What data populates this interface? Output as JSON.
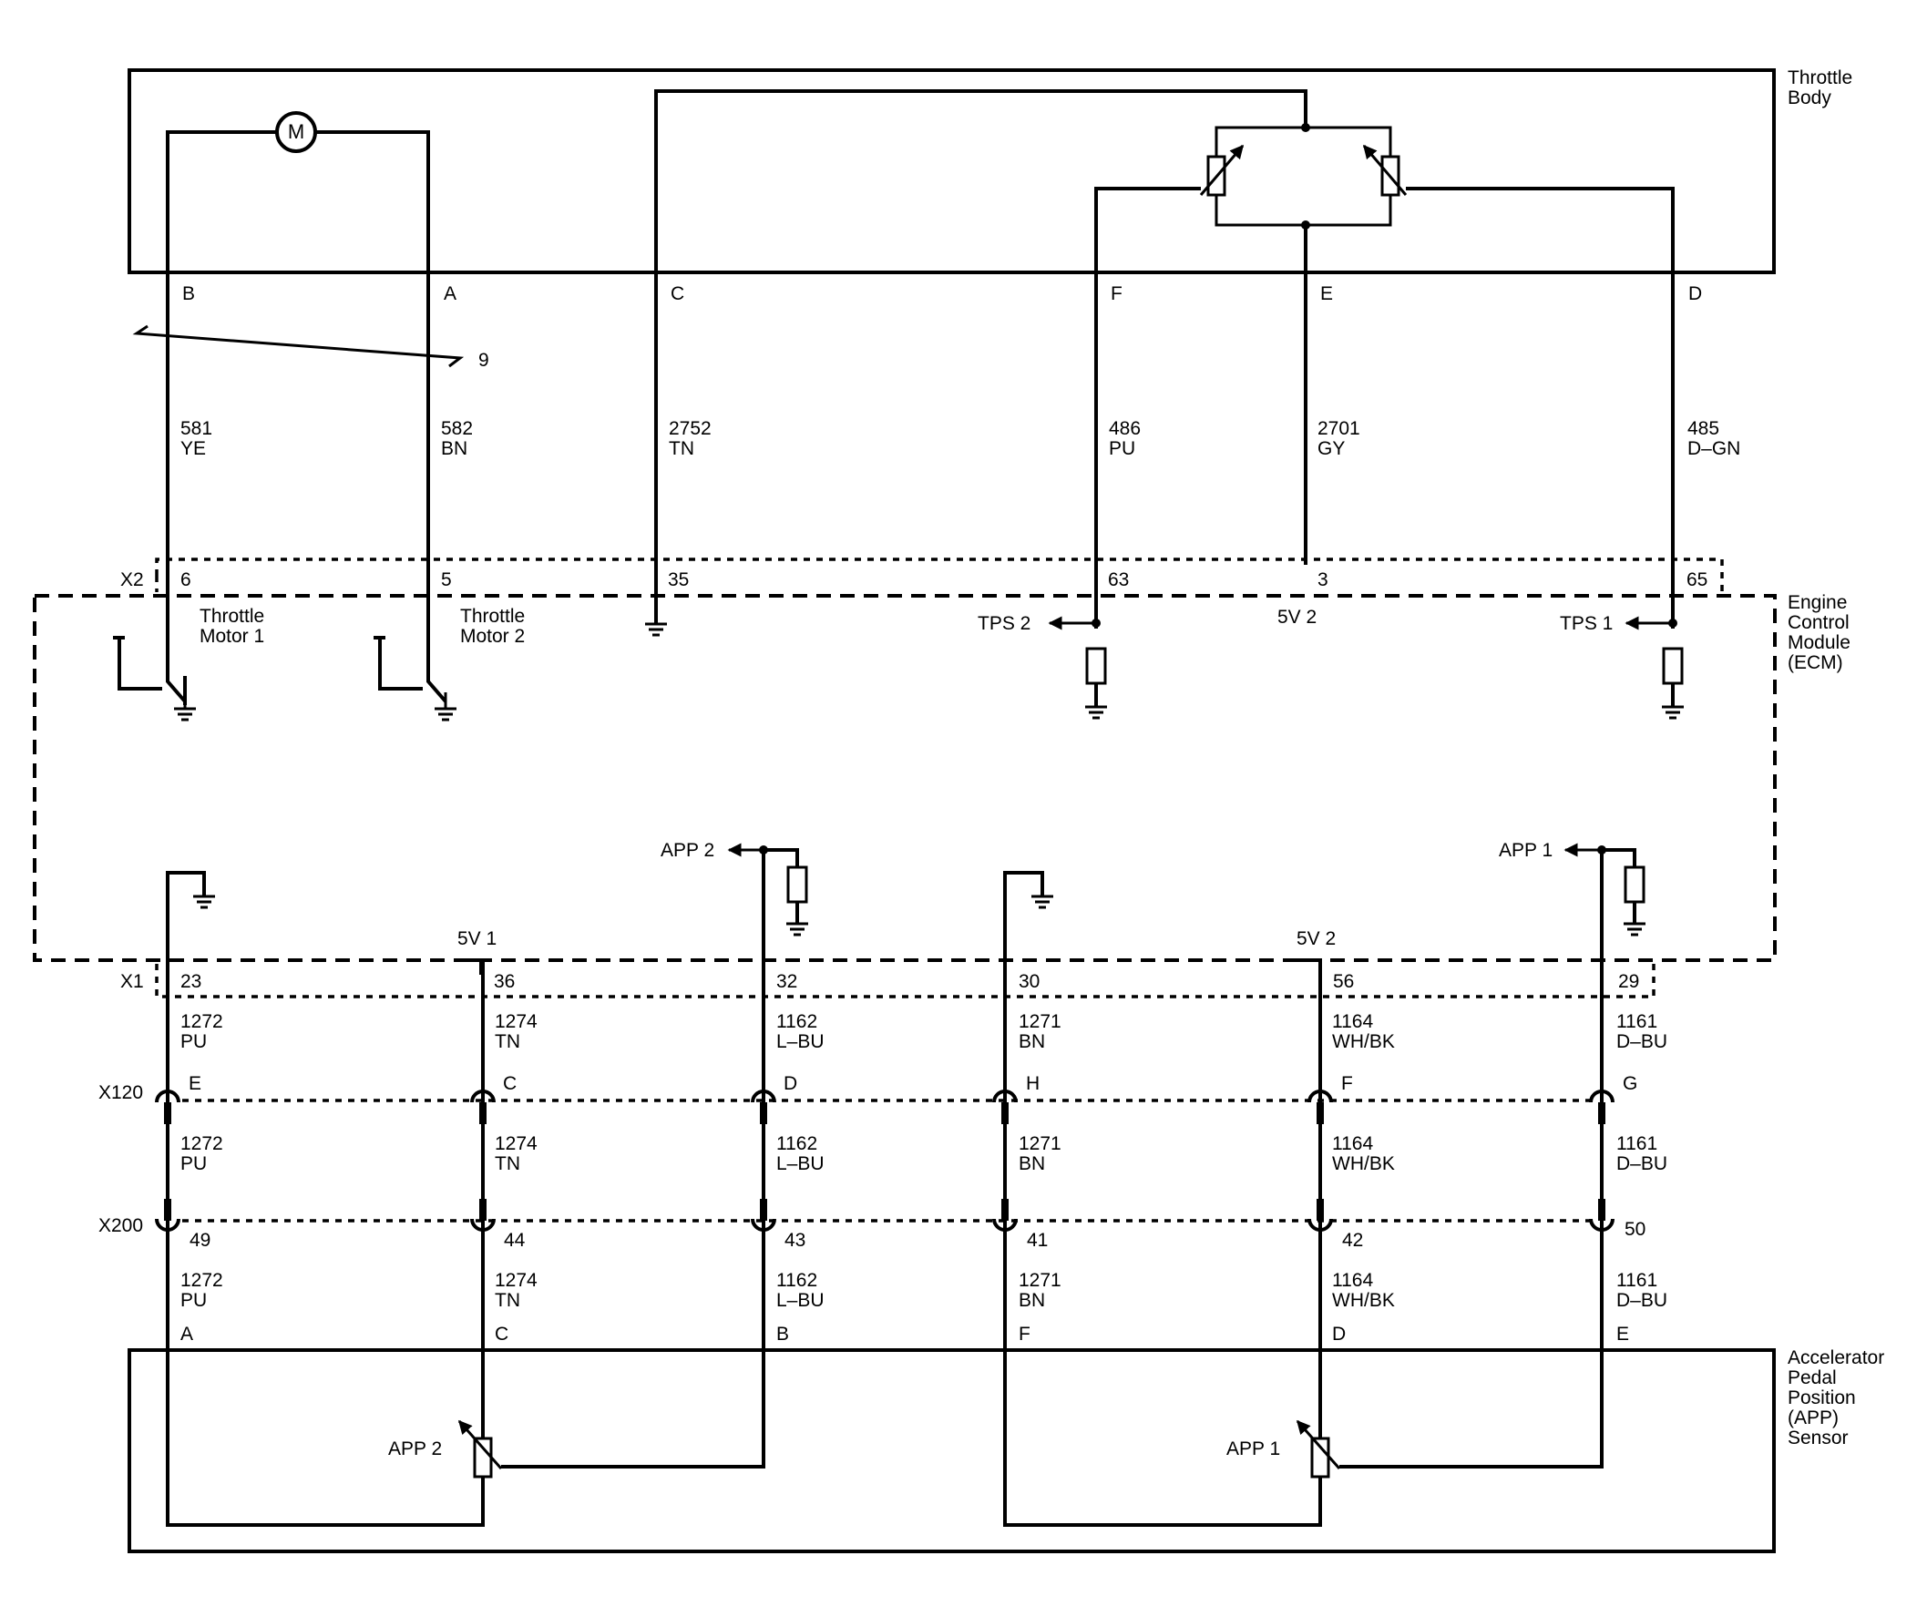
{
  "components": {
    "throttle_body": [
      "Throttle",
      "Body"
    ],
    "ecm": [
      "Engine",
      "Control",
      "Module",
      "(ECM)"
    ],
    "app_sensor": [
      "Accelerator",
      "Pedal",
      "Position",
      "(APP)",
      "Sensor"
    ],
    "motor_symbol": "M"
  },
  "throttle_pins": {
    "b": "B",
    "a": "A",
    "c": "C",
    "f": "F",
    "e": "E",
    "d": "D"
  },
  "twisted_pair_ref": "9",
  "upper_wires": {
    "w581": [
      "581",
      "YE"
    ],
    "w582": [
      "582",
      "BN"
    ],
    "w2752": [
      "2752",
      "TN"
    ],
    "w486": [
      "486",
      "PU"
    ],
    "w2701": [
      "2701",
      "GY"
    ],
    "w485": [
      "485",
      "D–GN"
    ]
  },
  "x2": {
    "name": "X2",
    "pins": [
      "6",
      "5",
      "35",
      "63",
      "3",
      "65"
    ]
  },
  "ecm_internal": {
    "throttle_motor_1": [
      "Throttle",
      "Motor 1"
    ],
    "throttle_motor_2": [
      "Throttle",
      "Motor 2"
    ],
    "tps2": "TPS 2",
    "tps1": "TPS 1",
    "v5_2_top": "5V 2",
    "app2": "APP 2",
    "app1": "APP 1",
    "v5_1": "5V 1",
    "v5_2_bottom": "5V 2"
  },
  "x1": {
    "name": "X1",
    "pins": [
      "23",
      "36",
      "32",
      "30",
      "56",
      "29"
    ]
  },
  "lower_wires": [
    [
      "1272",
      "PU"
    ],
    [
      "1274",
      "TN"
    ],
    [
      "1162",
      "L–BU"
    ],
    [
      "1271",
      "BN"
    ],
    [
      "1164",
      "WH/BK"
    ],
    [
      "1161",
      "D–BU"
    ]
  ],
  "x120": {
    "name": "X120",
    "pins": [
      "E",
      "C",
      "D",
      "H",
      "F",
      "G"
    ]
  },
  "x200": {
    "name": "X200",
    "pins": [
      "49",
      "44",
      "43",
      "41",
      "42",
      "50"
    ]
  },
  "app_pins": [
    "A",
    "C",
    "B",
    "F",
    "D",
    "E"
  ],
  "app_sensor_labels": {
    "app2": "APP 2",
    "app1": "APP 1"
  }
}
